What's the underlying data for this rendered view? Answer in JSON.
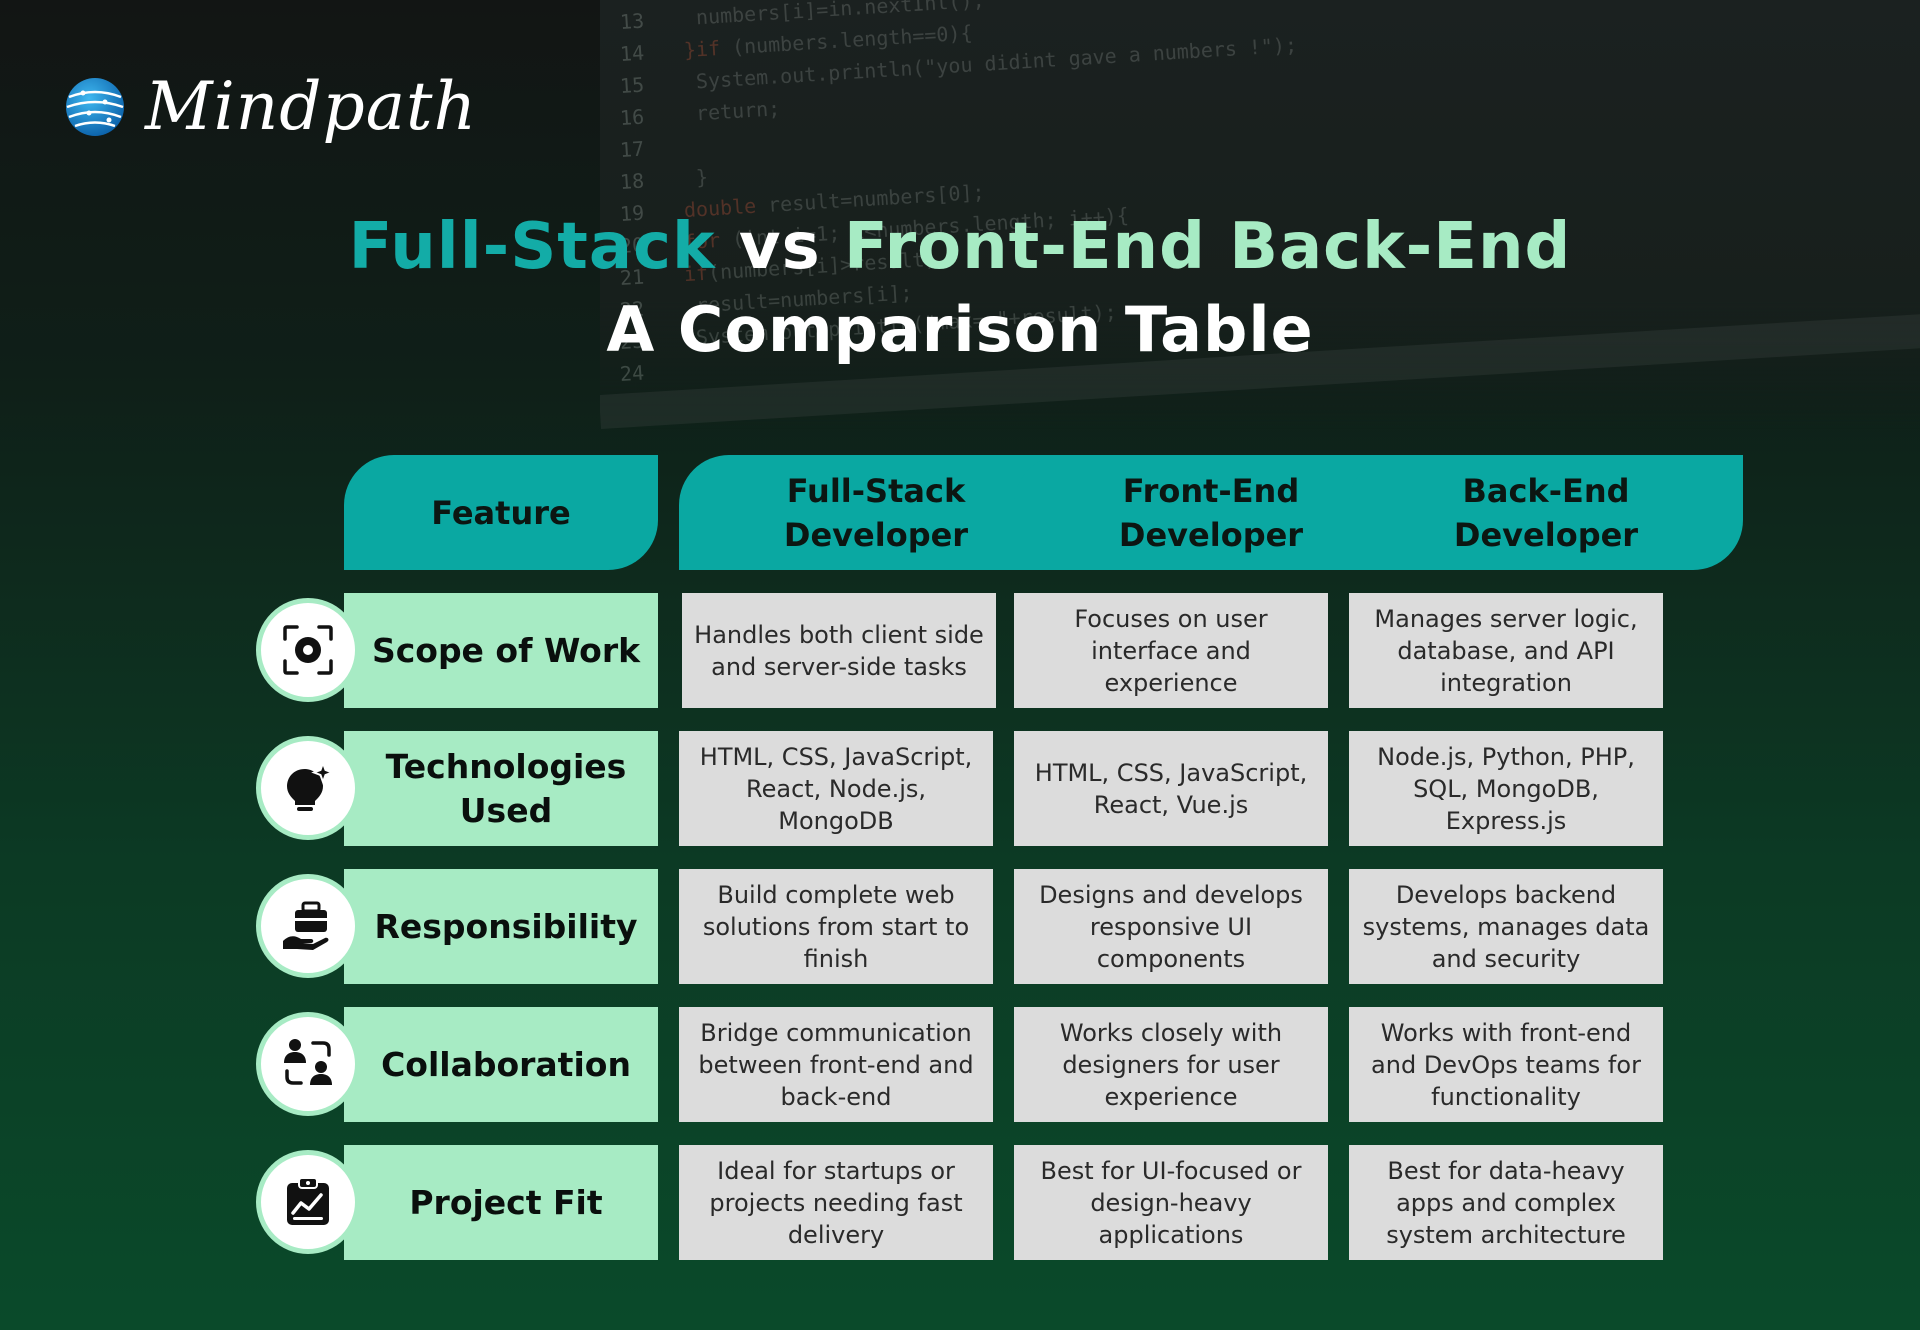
{
  "brand": {
    "name": "Mindpath",
    "logo_icon": "globe-logo-icon"
  },
  "title": {
    "part_full_stack": "Full-Stack",
    "part_vs": " vs ",
    "part_front_back": "Front-End Back-End",
    "line2": "A Comparison Table"
  },
  "colors": {
    "header_teal": "#0aa8a2",
    "feature_mint": "#a7ebc4",
    "cell_gray": "#dcdcdc",
    "title_teal": "#13aca7"
  },
  "table": {
    "headers": [
      "Feature",
      "Full-Stack Developer",
      "Front-End Developer",
      "Back-End Developer"
    ],
    "rows": [
      {
        "icon": "focus-target-icon",
        "feature": "Scope of Work",
        "full_stack": "Handles both client side and server-side tasks",
        "front_end": "Focuses on user interface and experience",
        "back_end": "Manages server logic, database, and API integration"
      },
      {
        "icon": "lightbulb-sparkle-icon",
        "feature": "Technologies Used",
        "full_stack": "HTML, CSS, JavaScript, React, Node.js, MongoDB",
        "front_end": "HTML, CSS, JavaScript, React, Vue.js",
        "back_end": "Node.js, Python, PHP, SQL, MongoDB, Express.js"
      },
      {
        "icon": "briefcase-hand-icon",
        "feature": "Responsibility",
        "full_stack": "Build complete web solutions from start to finish",
        "front_end": "Designs and develops responsive UI components",
        "back_end": "Develops backend systems, manages data and security"
      },
      {
        "icon": "people-exchange-icon",
        "feature": "Collaboration",
        "full_stack": "Bridge communication between front-end and back-end",
        "front_end": "Works closely with designers for user experience",
        "back_end": "Works with front-end and DevOps teams for functionality"
      },
      {
        "icon": "chart-clipboard-icon",
        "feature": "Project Fit",
        "full_stack": "Ideal for startups or projects needing fast delivery",
        "front_end": "Best for UI-focused or design-heavy applications",
        "back_end": "Best for data-heavy apps and complex system architecture"
      }
    ]
  }
}
